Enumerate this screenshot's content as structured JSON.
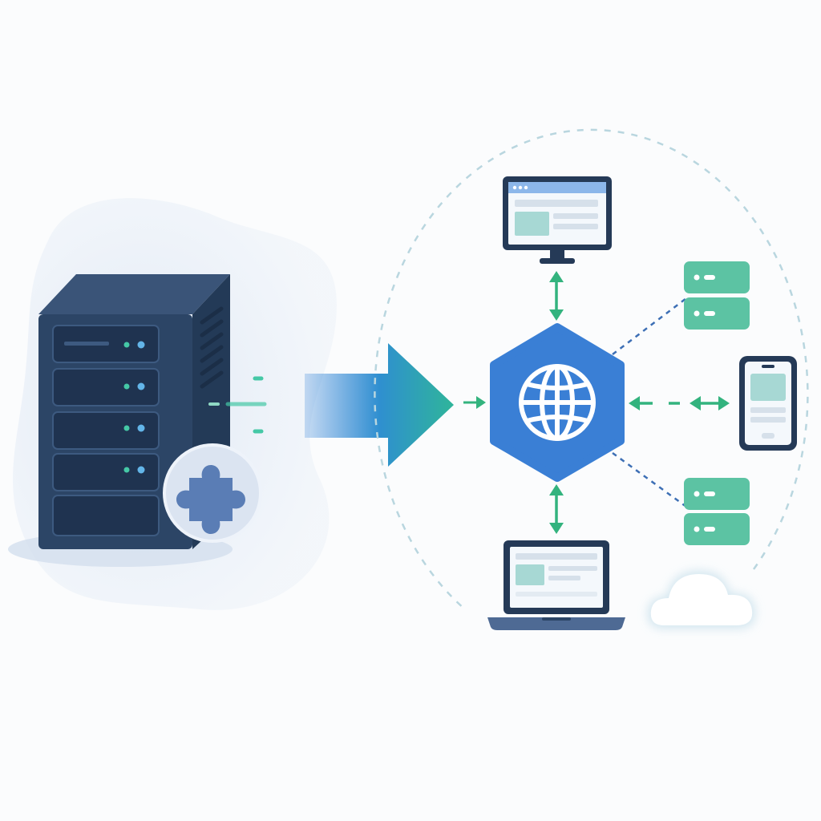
{
  "diagram": {
    "colors": {
      "background": "#fbfcfd",
      "blob": "#e6edf7",
      "server_body": "#2c4566",
      "server_side": "#233a57",
      "server_bay": "#1f3350",
      "led_blue": "#63b5e8",
      "led_green": "#45c8a6",
      "plugin_badge": "#d9e3f1",
      "plugin_icon": "#5a7db5",
      "arrow_start": "#2f7fd6",
      "arrow_end": "#2fb59a",
      "hub": "#3a7fd5",
      "connector": "#33b37e",
      "dashed_link": "#3d6fb5",
      "orbit": "#b9d6df",
      "device_frame": "#253a57",
      "screen_header": "#8cb7ea",
      "screen_block": "#a7d8d4",
      "screen_line": "#d6e0ea",
      "storage": "#5cc3a3",
      "cloud": "#ffffff"
    },
    "elements": {
      "source_server": {
        "icon": "server-tower-icon"
      },
      "plugin_badge": {
        "icon": "puzzle-piece-icon"
      },
      "transfer_arrow": {
        "icon": "arrow-right-icon"
      },
      "central_hub": {
        "icon": "globe-icon",
        "shape": "hexagon"
      },
      "desktop_client": {
        "icon": "desktop-monitor-icon"
      },
      "laptop_client": {
        "icon": "laptop-icon"
      },
      "mobile_client": {
        "icon": "smartphone-icon"
      },
      "storage_top": {
        "icon": "database-icon"
      },
      "storage_bottom": {
        "icon": "database-icon"
      },
      "cloud": {
        "icon": "cloud-icon"
      }
    },
    "connections": [
      {
        "from": "central_hub",
        "to": "desktop_client",
        "style": "double-arrow"
      },
      {
        "from": "central_hub",
        "to": "laptop_client",
        "style": "double-arrow"
      },
      {
        "from": "central_hub",
        "to": "mobile_client",
        "style": "dashed-double-arrow"
      },
      {
        "from": "central_hub",
        "to": "storage_top",
        "style": "dashed-line"
      },
      {
        "from": "central_hub",
        "to": "storage_bottom",
        "style": "dashed-line"
      },
      {
        "from": "source_server",
        "to": "central_hub",
        "style": "large-arrow"
      }
    ]
  }
}
